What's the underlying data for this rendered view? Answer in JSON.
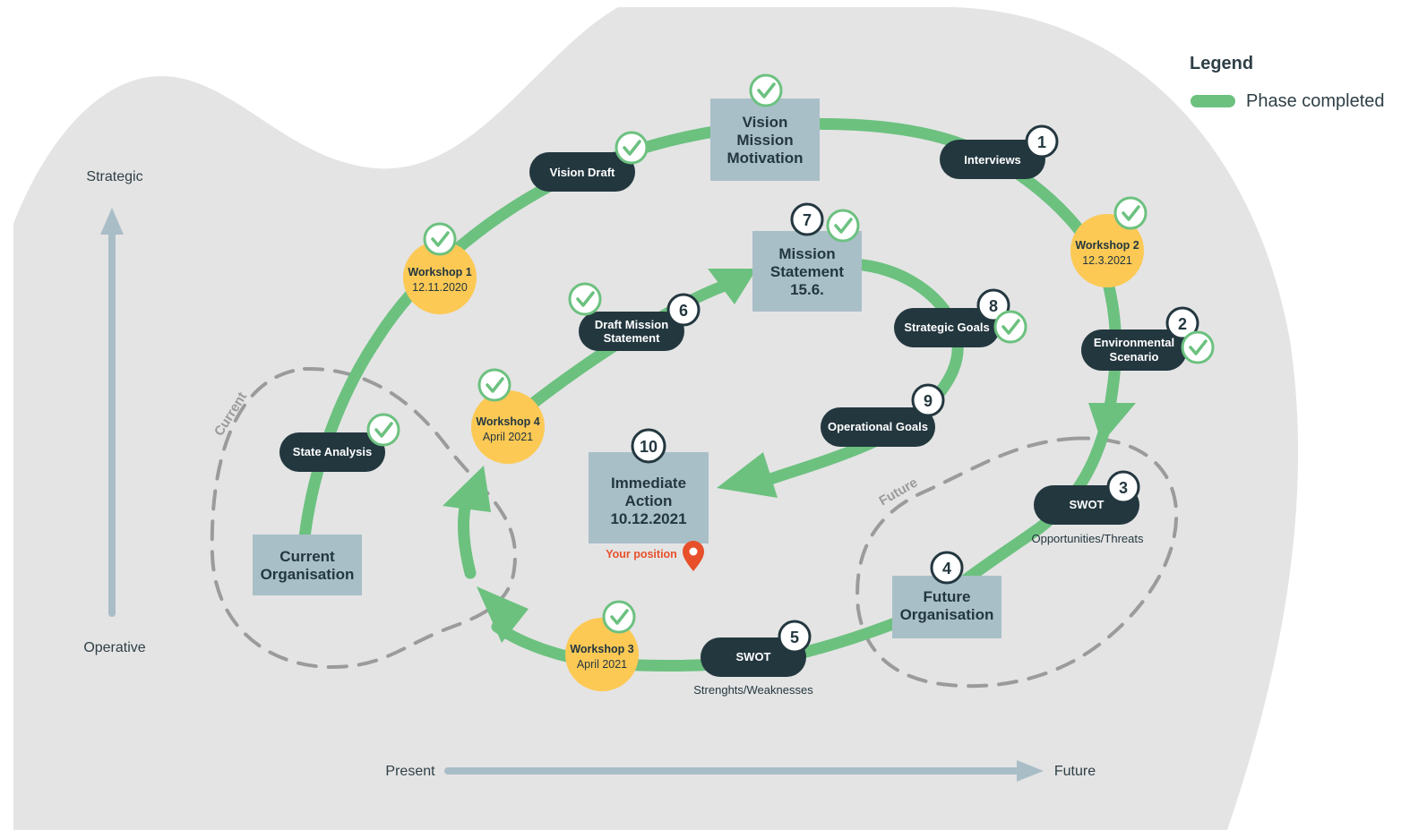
{
  "legend": {
    "title": "Legend",
    "phase_completed": "Phase completed",
    "completed_color": "#6cc17f"
  },
  "axes": {
    "strategic": "Strategic",
    "operative": "Operative",
    "present": "Present",
    "future": "Future"
  },
  "zones": {
    "current": "Current",
    "future": "Future"
  },
  "boxes": {
    "vision": [
      "Vision",
      "Mission",
      "Motivation"
    ],
    "mission_statement": [
      "Mission",
      "Statement",
      "15.6."
    ],
    "current_org": [
      "Current",
      "Organisation"
    ],
    "future_org": [
      "Future",
      "Organisation"
    ],
    "immediate_action": [
      "Immediate",
      "Action",
      "10.12.2021"
    ]
  },
  "pills": {
    "vision_draft": [
      "Vision Draft"
    ],
    "interviews": [
      "Interviews"
    ],
    "draft_mission": [
      "Draft Mission",
      "Statement"
    ],
    "strategic_goals": [
      "Strategic Goals"
    ],
    "environmental": [
      "Environmental",
      "Scenario"
    ],
    "state_analysis": [
      "State Analysis"
    ],
    "operational_goals": [
      "Operational Goals"
    ],
    "swot_ot": [
      "SWOT"
    ],
    "swot_sw": [
      "SWOT"
    ]
  },
  "workshops": {
    "w1": {
      "title": "Workshop 1",
      "date": "12.11.2020"
    },
    "w2": {
      "title": "Workshop 2",
      "date": "12.3.2021"
    },
    "w3": {
      "title": "Workshop 3",
      "date": "April 2021"
    },
    "w4": {
      "title": "Workshop 4",
      "date": "April 2021"
    }
  },
  "steps": {
    "s1": "1",
    "s2": "2",
    "s3": "3",
    "s4": "4",
    "s5": "5",
    "s6": "6",
    "s7": "7",
    "s8": "8",
    "s9": "9",
    "s10": "10"
  },
  "captions": {
    "opportunities_threats": "Opportunities/Threats",
    "strengths_weaknesses": "Strenghts/Weaknesses",
    "your_position": "Your position"
  },
  "icons": {
    "completed": "check-circle-icon",
    "position": "location-pin-icon"
  }
}
